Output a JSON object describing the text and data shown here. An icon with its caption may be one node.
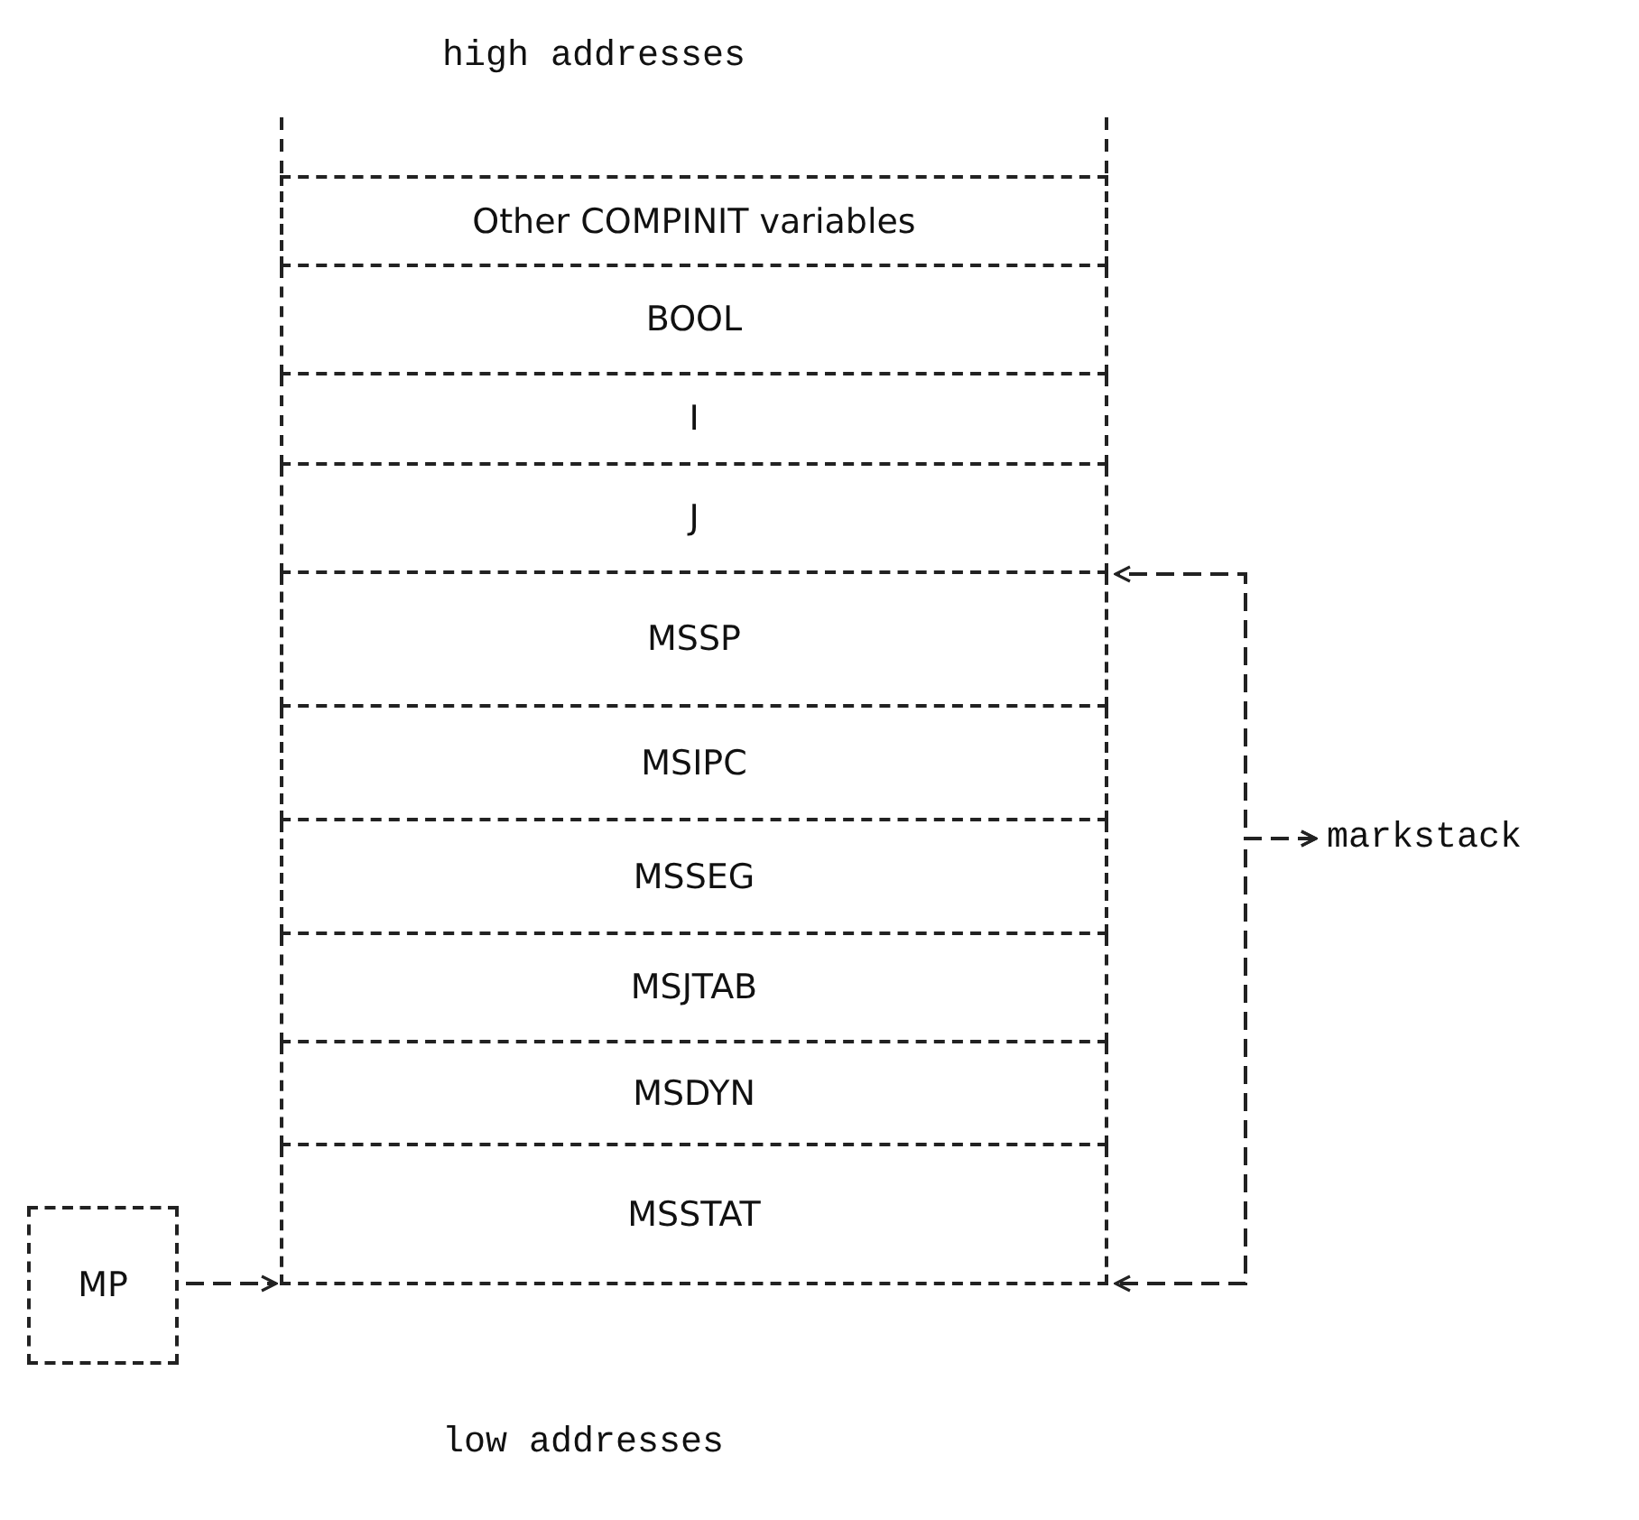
{
  "diagram": {
    "nodes": [
      {
        "text": [
          "Other COMPINIT variables"
        ]
      },
      {
        "text": [
          "BOOL"
        ]
      },
      {
        "text": [
          "I"
        ]
      },
      {
        "text": [
          "J"
        ]
      },
      {
        "text": [
          "MSSP"
        ]
      },
      {
        "text": [
          "MSIPC"
        ]
      },
      {
        "text": [
          "MSSEG"
        ]
      },
      {
        "text": [
          "MSJTAB"
        ]
      },
      {
        "text": [
          "MSDYN"
        ]
      },
      {
        "text": [
          "MSSTAT"
        ]
      },
      {
        "text": [
          "MP"
        ]
      },
      {
        "text": [
          "markstack"
        ]
      }
    ],
    "edges": [
      {
        "from": 10,
        "to": 9,
        "arrow": "to"
      },
      {
        "from": 11,
        "to": 4,
        "arrow": "both"
      },
      {
        "from": 11,
        "to": 9,
        "arrow": "both"
      }
    ],
    "labels": [
      "high addresses",
      "low addresses"
    ]
  }
}
